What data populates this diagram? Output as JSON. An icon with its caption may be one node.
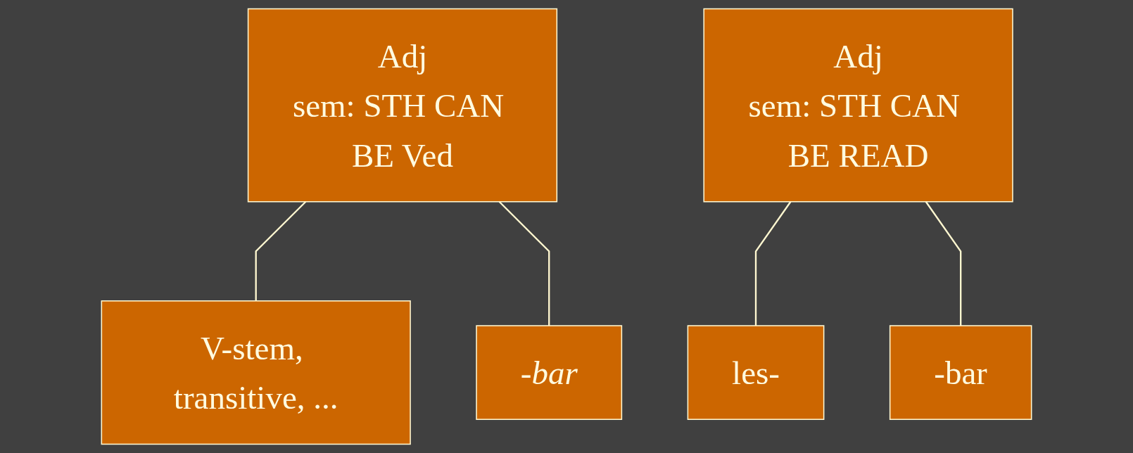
{
  "diagram": {
    "nodes": [
      {
        "text": [
          "Adj",
          "sem: STH CAN BE Ved"
        ]
      },
      {
        "text": [
          "V-stem, transitive, ..."
        ]
      },
      {
        "text": [
          "-bar"
        ]
      },
      {
        "text": [
          "Adj",
          "sem: STH CAN BE READ"
        ]
      },
      {
        "text": [
          "les-"
        ]
      },
      {
        "text": [
          "-bar"
        ]
      }
    ],
    "edges": [
      {
        "from": 0,
        "to": 1,
        "arrow": "none"
      },
      {
        "from": 0,
        "to": 2,
        "arrow": "none"
      },
      {
        "from": 3,
        "to": 4,
        "arrow": "none"
      },
      {
        "from": 3,
        "to": 5,
        "arrow": "none"
      }
    ]
  }
}
